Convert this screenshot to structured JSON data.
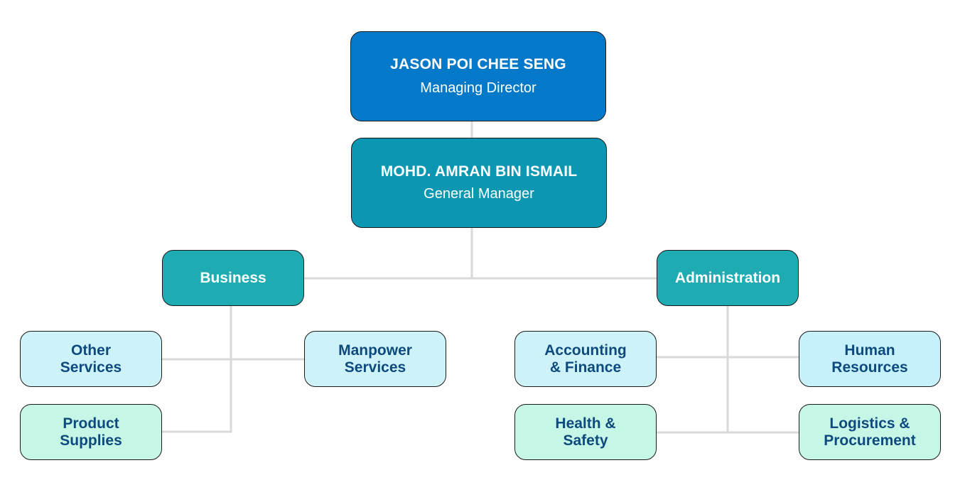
{
  "org_chart": {
    "managing_director": {
      "name": "JASON POI CHEE SENG",
      "role": "Managing Director",
      "color": "#0479c9"
    },
    "general_manager": {
      "name": "MOHD. AMRAN BIN ISMAIL",
      "role": "General Manager",
      "color": "#0b97b1"
    },
    "departments": {
      "business": {
        "label": "Business",
        "units": [
          {
            "line1": "Other",
            "line2": "Services"
          },
          {
            "line1": "Manpower",
            "line2": "Services"
          },
          {
            "line1": "Product",
            "line2": "Supplies"
          }
        ]
      },
      "administration": {
        "label": "Administration",
        "units": [
          {
            "line1": "Accounting",
            "line2": "& Finance"
          },
          {
            "line1": "Human",
            "line2": "Resources"
          },
          {
            "line1": "Health &",
            "line2": "Safety"
          },
          {
            "line1": "Logistics &",
            "line2": "Procurement"
          }
        ]
      }
    },
    "colors": {
      "department": "#1eabb2",
      "unit_blue": "#cdf3f9",
      "unit_mint": "#c6f6e5",
      "unit_text": "#0e4a7e",
      "connector": "#d9d9d9"
    }
  }
}
